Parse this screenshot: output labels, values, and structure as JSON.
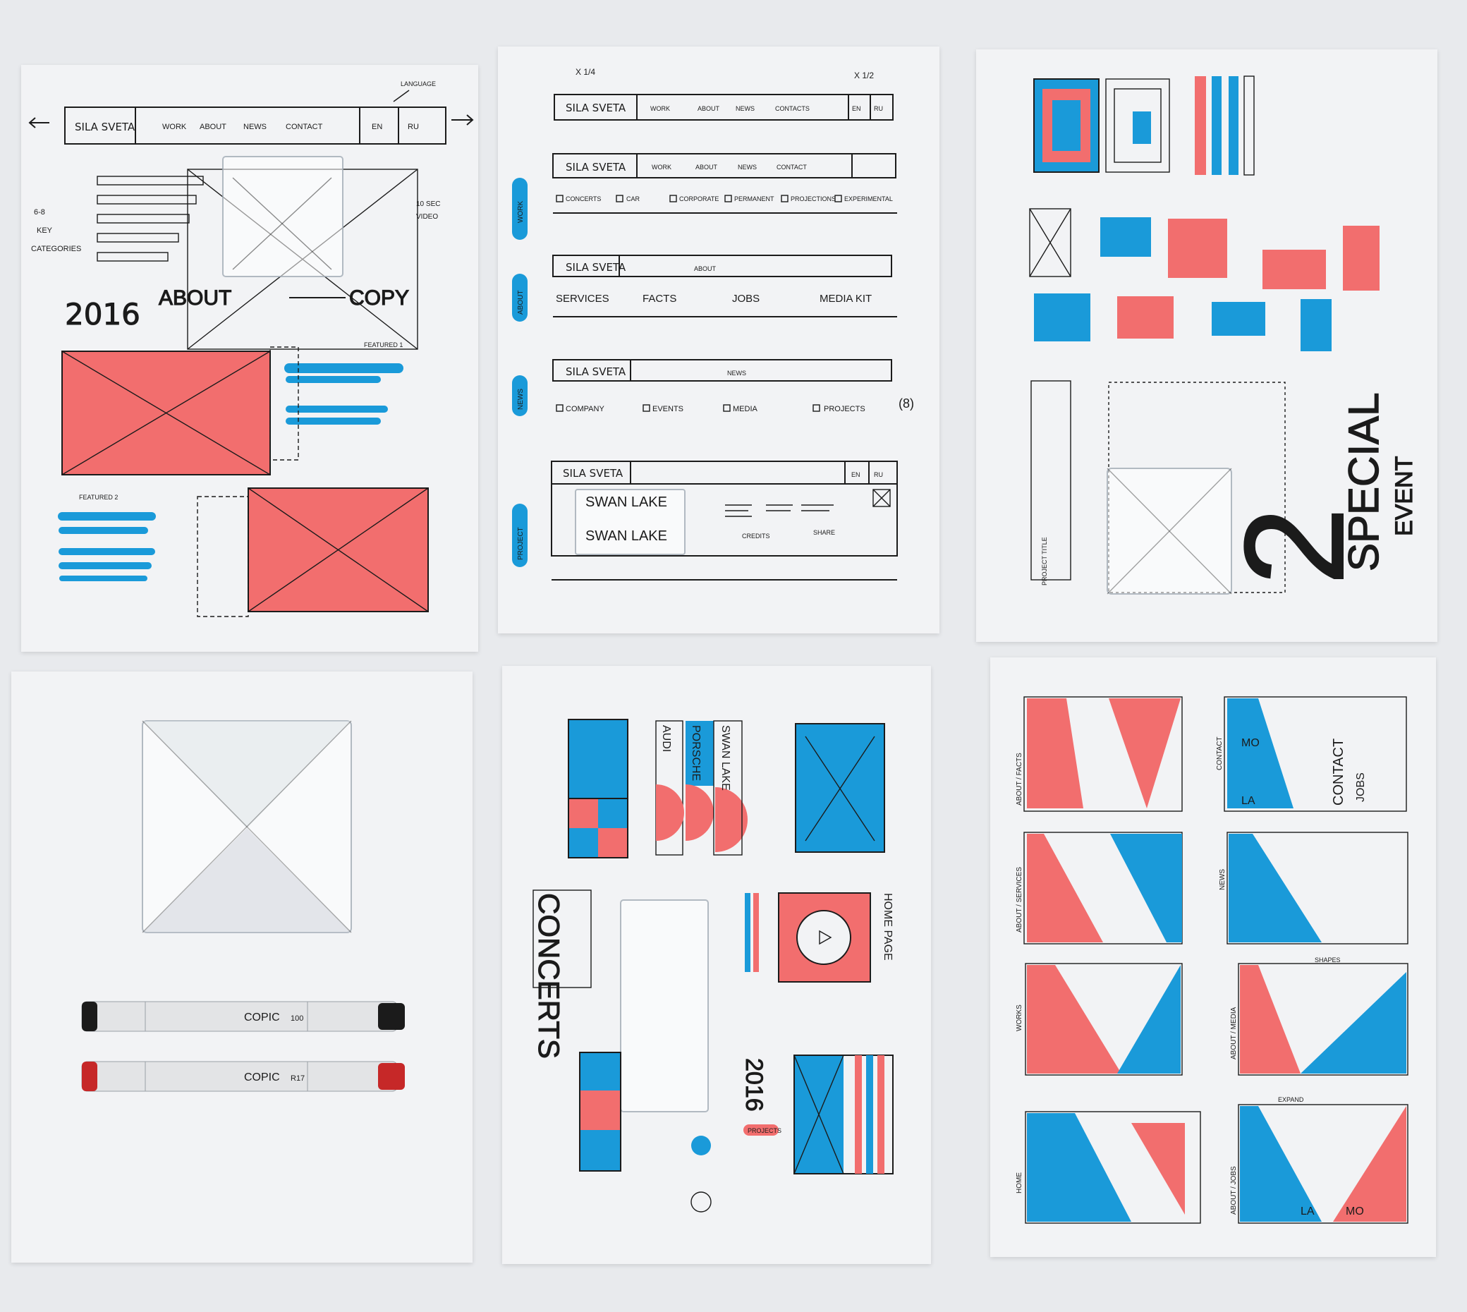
{
  "colors": {
    "paper": "#f2f3f5",
    "background": "#e8eaed",
    "accent_red": "#f26e6e",
    "accent_blue": "#1a9ad9",
    "ink": "#1b1b1b"
  },
  "sheet1": {
    "logo": "SILA SVETA",
    "nav": [
      "WORK",
      "ABOUT",
      "NEWS",
      "CONTACT"
    ],
    "lang": [
      "EN",
      "RU"
    ],
    "note_language": "LANGUAGE",
    "note_categories": [
      "6-8",
      "KEY",
      "CATEGORIES"
    ],
    "note_video": [
      "10 SEC",
      "VIDEO"
    ],
    "year": "2016",
    "flow_about": "ABOUT",
    "flow_copy": "COPY",
    "featured1": "FEATURED 1",
    "featured2": "FEATURED 2"
  },
  "sheet2": {
    "top_marks": [
      "X 1/4",
      "X 1/2"
    ],
    "logo": "SILA SVETA",
    "nav": [
      "WORK",
      "ABOUT",
      "NEWS",
      "CONTACTS"
    ],
    "lang": [
      "EN",
      "RU"
    ],
    "section_tags": [
      "WORK",
      "ABOUT",
      "NEWS",
      "PROJECT"
    ],
    "nav2": [
      "WORK",
      "ABOUT",
      "NEWS",
      "CONTACT"
    ],
    "work_categories": [
      "CONCERTS",
      "CAR",
      "CORPORATE",
      "PERMANENT",
      "PROJECTIONS",
      "EXPERIMENTAL"
    ],
    "about_label": "ABOUT",
    "about_items": [
      "SERVICES",
      "FACTS",
      "JOBS",
      "MEDIA KIT"
    ],
    "news_label": "NEWS",
    "news_items": [
      "COMPANY",
      "EVENTS",
      "MEDIA",
      "PROJECTS"
    ],
    "news_count": "(8)",
    "project_title": "SWAN LAKE",
    "credits": "CREDITS",
    "share": "SHARE"
  },
  "sheet3": {
    "special": "SPECIAL",
    "event": "EVENT",
    "number": "2",
    "project_title": "PROJECT TITLE"
  },
  "sheet4": {
    "markers": [
      {
        "brand": "COPIC",
        "code": "100",
        "cap": "black"
      },
      {
        "brand": "COPIC",
        "code": "R17",
        "cap": "red"
      }
    ]
  },
  "sheet5": {
    "labels": [
      "AUDI",
      "PORSCHE",
      "SWAN LAKE",
      "CONCERTS",
      "HOME PAGE",
      "2016",
      "PROJECTS"
    ]
  },
  "sheet6": {
    "rows": [
      {
        "left": "ABOUT / FACTS",
        "right": "CONTACT"
      },
      {
        "left": "ABOUT / SERVICES",
        "right": "NEWS"
      },
      {
        "left": "WORKS",
        "right": "ABOUT / MEDIA"
      },
      {
        "left": "HOME",
        "right": "ABOUT / JOBS"
      }
    ],
    "words": [
      "CONTACT",
      "JOBS",
      "LA",
      "MO",
      "EXPAND",
      "SHAPES"
    ]
  }
}
